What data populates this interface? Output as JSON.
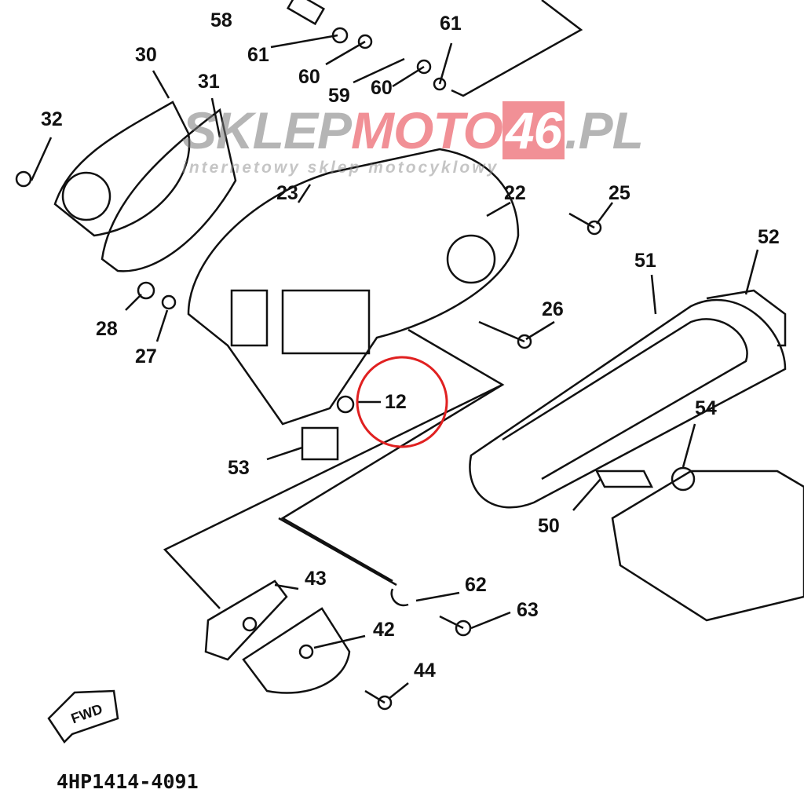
{
  "diagram": {
    "part_code": "4HP1414-4091",
    "watermark": {
      "part1": "SKLEP",
      "part2": "MOTO",
      "part3": "46",
      "part4": ".PL",
      "tagline": "internetowy sklep motocyklowy"
    },
    "highlight_color": "#e02020",
    "highlighted_part": "12",
    "labels": [
      "58",
      "61",
      "60",
      "59",
      "60",
      "61",
      "30",
      "31",
      "32",
      "23",
      "22",
      "25",
      "52",
      "51",
      "26",
      "28",
      "27",
      "12",
      "54",
      "53",
      "50",
      "43",
      "62",
      "63",
      "42",
      "44"
    ],
    "fwd_label": "FWD"
  }
}
